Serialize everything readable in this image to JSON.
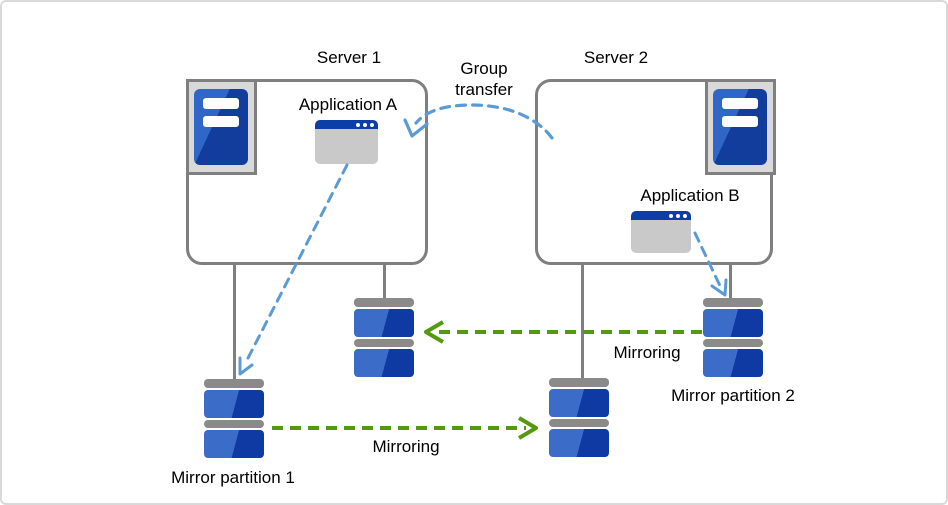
{
  "page": {
    "background": "#ffffff",
    "border_color": "#d9d9d9"
  },
  "colors": {
    "box_border_gray": "#7f7f7f",
    "hardware_gray": "#8a8a8a",
    "server_tile_bg": "#d9d9d9",
    "server_blue_light": "#2f66c8",
    "server_blue_dark": "#123d9c",
    "disk_blue_light": "#3a6cc8",
    "disk_blue_dark": "#0f3aa3",
    "app_titlebar_blue": "#0b3ea6",
    "app_body_gray": "#c9c9c9",
    "blue_dashed_arrow": "#5b9bd5",
    "green_dashed_arrow": "#55990f",
    "text": "#000000"
  },
  "labels": {
    "server1": "Server 1",
    "server2": "Server 2",
    "application_a": "Application A",
    "application_b": "Application B",
    "group_transfer": "Group\ntransfer",
    "mirroring_top": "Mirroring",
    "mirroring_bottom": "Mirroring",
    "mirror_partition_1": "Mirror partition 1",
    "mirror_partition_2": "Mirror partition 2"
  }
}
